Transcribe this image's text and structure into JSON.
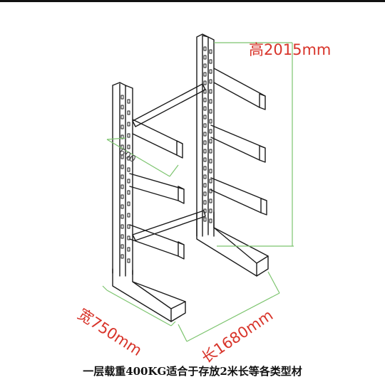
{
  "dimensions": {
    "height": "高2015mm",
    "depth": "600",
    "width": "宽750mm",
    "length": "长1680mm"
  },
  "caption": "一层载重400KG适合于存放2米长等各类型材",
  "colors": {
    "line": "#1a1a1a",
    "dimension_text": "#d8342a",
    "dimension_line": "#7cc46e",
    "depth_text": "#4a4a4a"
  }
}
